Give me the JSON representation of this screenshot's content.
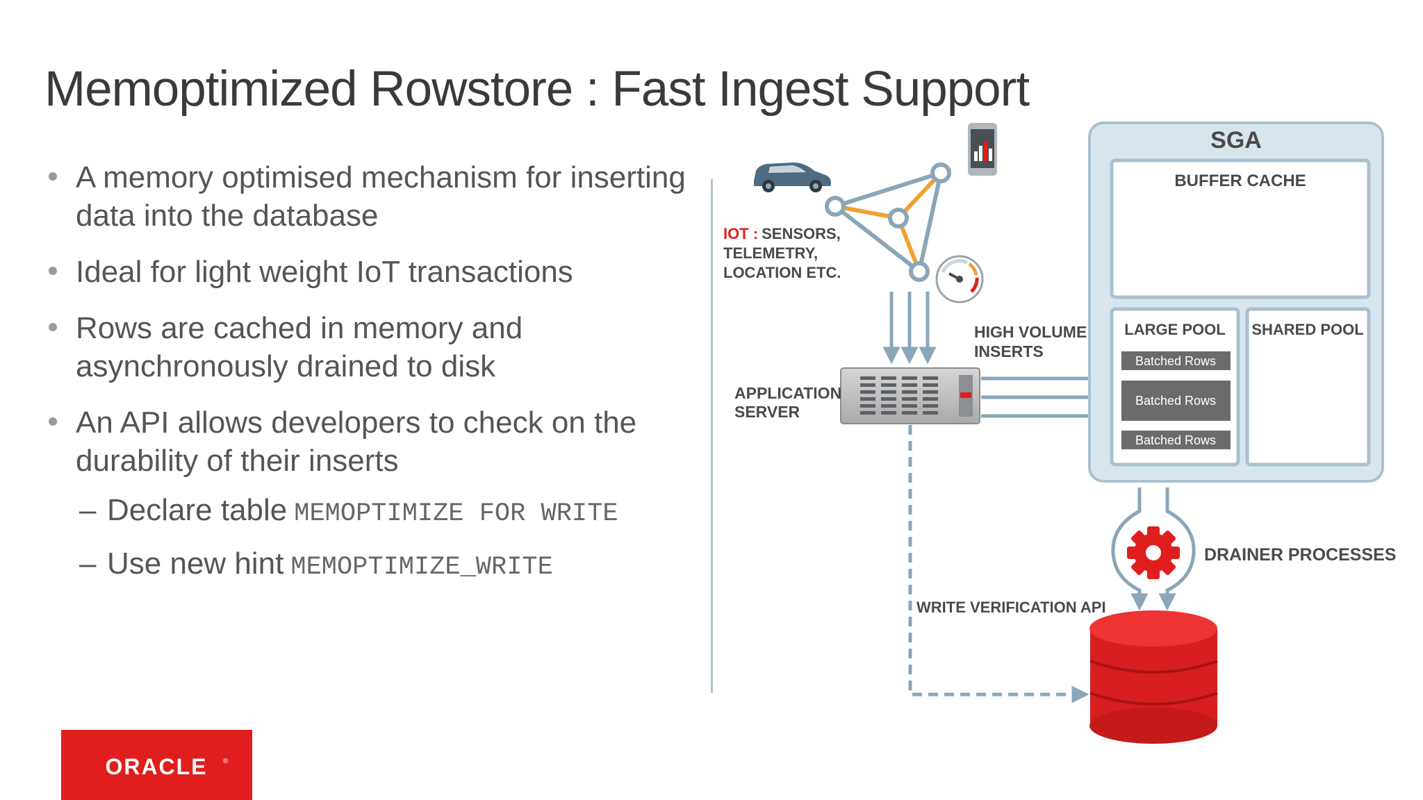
{
  "title": "Memoptimized Rowstore : Fast Ingest Support",
  "bullets": [
    "A memory optimised mechanism for inserting data into the database",
    "Ideal for light weight IoT transactions",
    "Rows are cached in memory and asynchronously drained to disk",
    "An API allows developers to check on the durability of their inserts"
  ],
  "subbullets": [
    {
      "dash": "–",
      "text": "Declare table",
      "code": "MEMOPTIMIZE FOR WRITE"
    },
    {
      "dash": "–",
      "text": "Use new hint",
      "code": "MEMOPTIMIZE_WRITE"
    }
  ],
  "diagram": {
    "iot_prefix": "IOT :",
    "iot_lines": [
      "SENSORS,",
      "TELEMETRY,",
      "LOCATION ETC."
    ],
    "app_server_lines": [
      "APPLICATION",
      "SERVER"
    ],
    "high_volume_lines": [
      "HIGH VOLUME",
      "INSERTS"
    ],
    "sga": "SGA",
    "buffer_cache": "BUFFER CACHE",
    "large_pool": "LARGE POOL",
    "shared_pool": "SHARED POOL",
    "batched_rows": [
      "Batched Rows",
      "Batched Rows",
      "Batched Rows"
    ],
    "drainer": "DRAINER PROCESSES",
    "write_api": "WRITE VERIFICATION API"
  },
  "logo": "ORACLE",
  "colors": {
    "oracle_red": "#e01e1e",
    "sga_fill": "#d9e5ec",
    "arrow_blue": "#8aa6b8",
    "iot_orange": "#f0a030",
    "iot_red": "#e01e1e"
  },
  "icons": [
    "car-icon",
    "phone-icon",
    "gauge-icon",
    "network-icon",
    "server-icon",
    "gear-icon",
    "database-icon"
  ]
}
